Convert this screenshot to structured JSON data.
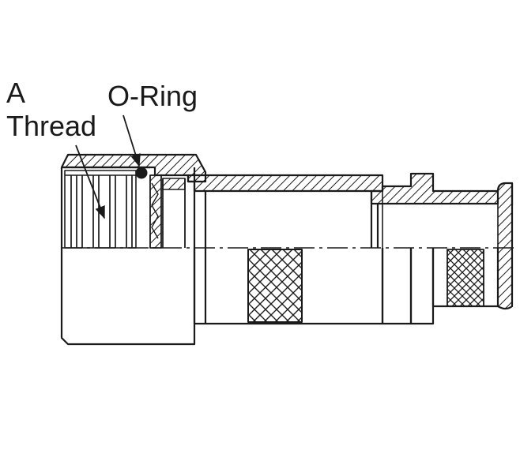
{
  "labels": {
    "a": "A",
    "thread": "Thread",
    "o_ring": "O-Ring"
  },
  "colors": {
    "line": "#1a1a1a",
    "background": "#ffffff"
  }
}
